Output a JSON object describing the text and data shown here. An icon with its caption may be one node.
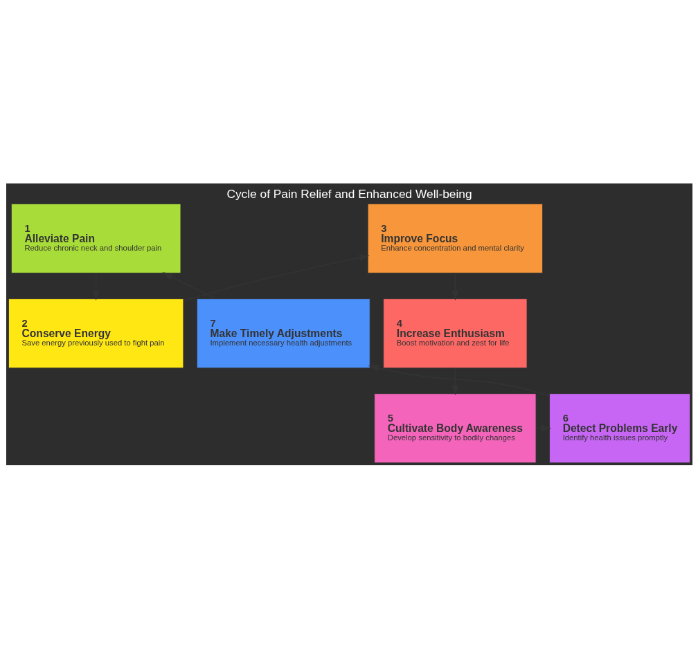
{
  "diagram": {
    "title": "Cycle of Pain Relief and Enhanced Well-being",
    "nodes": [
      {
        "text": [
          "1",
          "Alleviate Pain",
          "Reduce chronic neck and shoulder pain"
        ]
      },
      {
        "text": [
          "3",
          "Improve Focus",
          "Enhance concentration and mental clarity"
        ]
      },
      {
        "text": [
          "7",
          "Make Timely Adjustments",
          "Implement necessary health adjustments"
        ]
      },
      {
        "text": [
          "2",
          "Conserve Energy",
          "Save energy previously used to fight pain"
        ]
      },
      {
        "text": [
          "4",
          "Increase Enthusiasm",
          "Boost motivation and zest for life"
        ]
      },
      {
        "text": [
          "6",
          "Detect Problems Early",
          "Identify health issues promptly"
        ]
      },
      {
        "text": [
          "5",
          "Cultivate Body Awareness",
          "Develop sensitivity to bodily changes"
        ]
      }
    ],
    "edges": [
      {
        "from": 0,
        "to": 3,
        "arrow": "to"
      },
      {
        "from": 3,
        "to": 1,
        "arrow": "to"
      },
      {
        "from": 1,
        "to": 4,
        "arrow": "to"
      },
      {
        "from": 4,
        "to": 6,
        "arrow": "to"
      },
      {
        "from": 6,
        "to": 5,
        "arrow": "to"
      },
      {
        "from": 5,
        "to": 2,
        "arrow": "to"
      },
      {
        "from": 2,
        "to": 0,
        "arrow": "to"
      }
    ]
  }
}
